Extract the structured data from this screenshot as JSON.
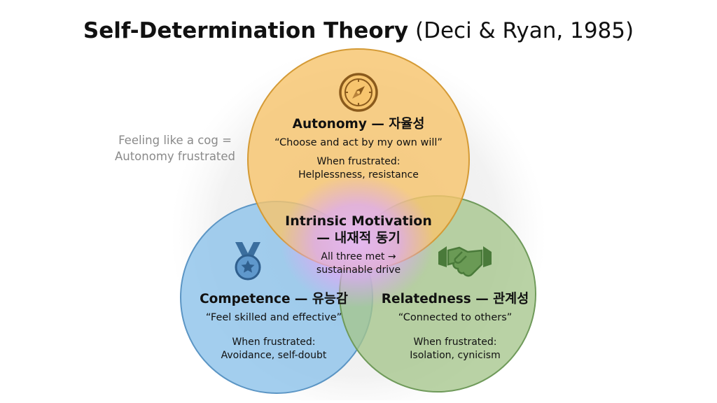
{
  "title": {
    "bold": "Self-Determination Theory",
    "light": "(Deci & Ryan, 1985)"
  },
  "side_note": {
    "line1": "Feeling like a cog =",
    "line2": "Autonomy frustrated"
  },
  "autonomy": {
    "heading": "Autonomy — 자율성",
    "quote": "“Choose and act by my own will”",
    "frustrated_label": "When frustrated:",
    "frustrated_value": "Helplessness, resistance",
    "icon": "compass-icon",
    "color": "#f7c56e"
  },
  "competence": {
    "heading": "Competence — 유능감",
    "quote": "“Feel skilled and effective”",
    "frustrated_label": "When frustrated:",
    "frustrated_value": "Avoidance, self-doubt",
    "icon": "medal-icon",
    "color": "#8fc3ea"
  },
  "relatedness": {
    "heading": "Relatedness — 관계성",
    "quote": "“Connected to others”",
    "frustrated_label": "When frustrated:",
    "frustrated_value": "Isolation, cynicism",
    "icon": "handshake-icon",
    "color": "#a5c58c"
  },
  "center": {
    "heading_line1": "Intrinsic Motivation",
    "heading_line2": "— 내재적 동기",
    "note_line1": "All three met →",
    "note_line2": "sustainable drive",
    "color": "#d9a6f2"
  }
}
